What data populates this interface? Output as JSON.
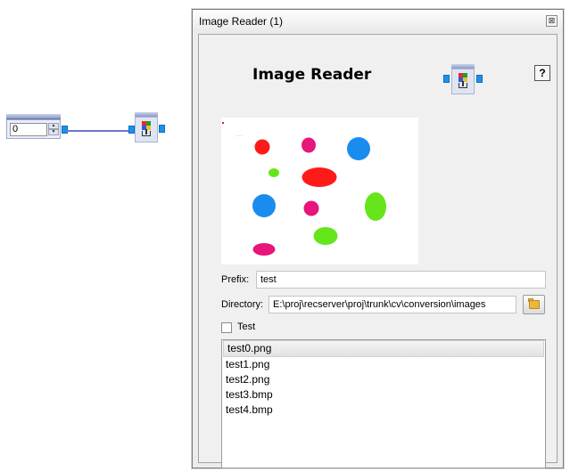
{
  "canvas": {
    "spin_value": "0",
    "ports_color": "#1e90e8",
    "wire_color": "#6a78c8"
  },
  "dialog": {
    "title": "Image Reader (1)",
    "close_glyph": "⊠",
    "header_title": "Image Reader",
    "help_glyph": "?",
    "prefix_label": "Prefix:",
    "prefix_value": "test",
    "directory_label": "Directory:",
    "directory_value": "E:\\proj\\recserver\\proj\\trunk\\cv\\conversion\\images",
    "test_checkbox_label": "Test",
    "test_checked": false,
    "files": [
      "test0.png",
      "test1.png",
      "test2.png",
      "test3.bmp",
      "test4.bmp"
    ],
    "selected_file": "test0.png"
  },
  "preview": {
    "shapes": [
      {
        "color": "#ff1a1a",
        "kind": "ellipse"
      },
      {
        "color": "#e8157a",
        "kind": "ellipse"
      },
      {
        "color": "#1a8cf0",
        "kind": "ellipse"
      },
      {
        "color": "#66e61a",
        "kind": "ellipse"
      },
      {
        "color": "#ff1a1a",
        "kind": "ellipse"
      },
      {
        "color": "#1a8cf0",
        "kind": "ellipse"
      },
      {
        "color": "#e8157a",
        "kind": "ellipse"
      },
      {
        "color": "#66e61a",
        "kind": "ellipse"
      },
      {
        "color": "#66e61a",
        "kind": "ellipse"
      },
      {
        "color": "#e8157a",
        "kind": "ellipse"
      }
    ]
  },
  "icons": {
    "node_icon": "image-reader-node-icon",
    "folder_icon": "folder-icon",
    "help_icon": "help-icon",
    "close_icon": "close-icon"
  }
}
